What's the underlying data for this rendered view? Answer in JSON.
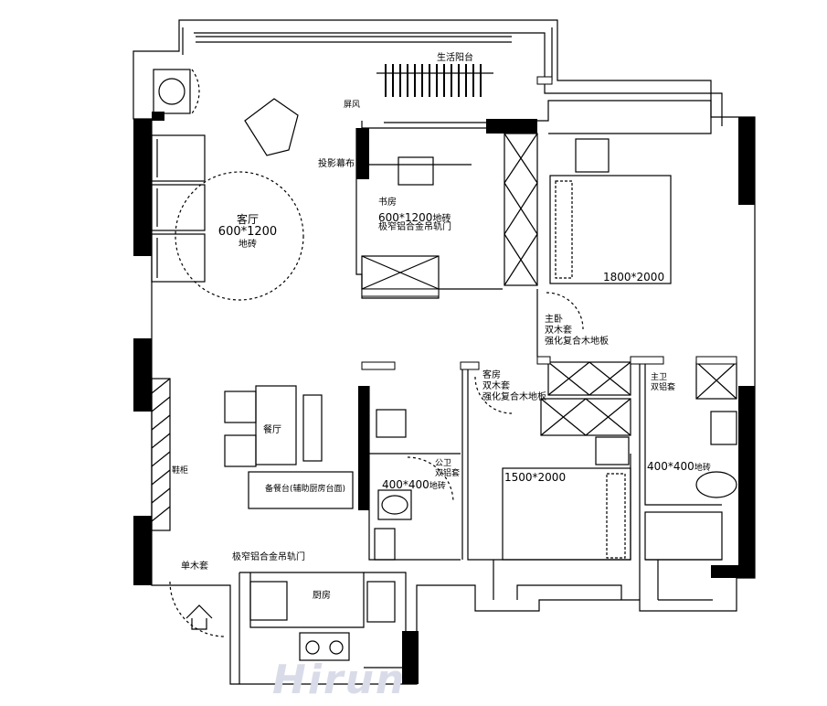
{
  "labels": {
    "balcony": "生活阳台",
    "screen": "屏风",
    "projector": "投影幕布",
    "study_name": "书房",
    "study_tile": "600*1200",
    "study_tile_unit": "地砖",
    "study_door": "极窄铝合金吊轨门",
    "living_name": "客厅",
    "living_tile": "600*1200",
    "living_tile_unit": "地砖",
    "master_bed_size": "1800*2000",
    "master_name": "主卧",
    "master_door": "双木套",
    "master_floor": "强化复合木地板",
    "guest_name": "客房",
    "guest_door": "双木套",
    "guest_floor": "强化复合木地板",
    "master_bath_name": "主卫",
    "master_bath_door": "双铝套",
    "dining": "餐厅",
    "shoe_cabinet": "鞋柜",
    "public_bath_name": "公卫",
    "public_bath_door": "双铝套",
    "public_bath_tile": "400*400",
    "public_bath_tile_unit": "地砖",
    "master_bath_tile": "400*400",
    "master_bath_tile_unit": "地砖",
    "guest_bed_size": "1500*2000",
    "counter": "备餐台(辅助厨房台面)",
    "entry_door": "单木套",
    "kitchen_door": "极窄铝合金吊轨门",
    "kitchen": "厨房"
  },
  "watermark": "Hirun"
}
